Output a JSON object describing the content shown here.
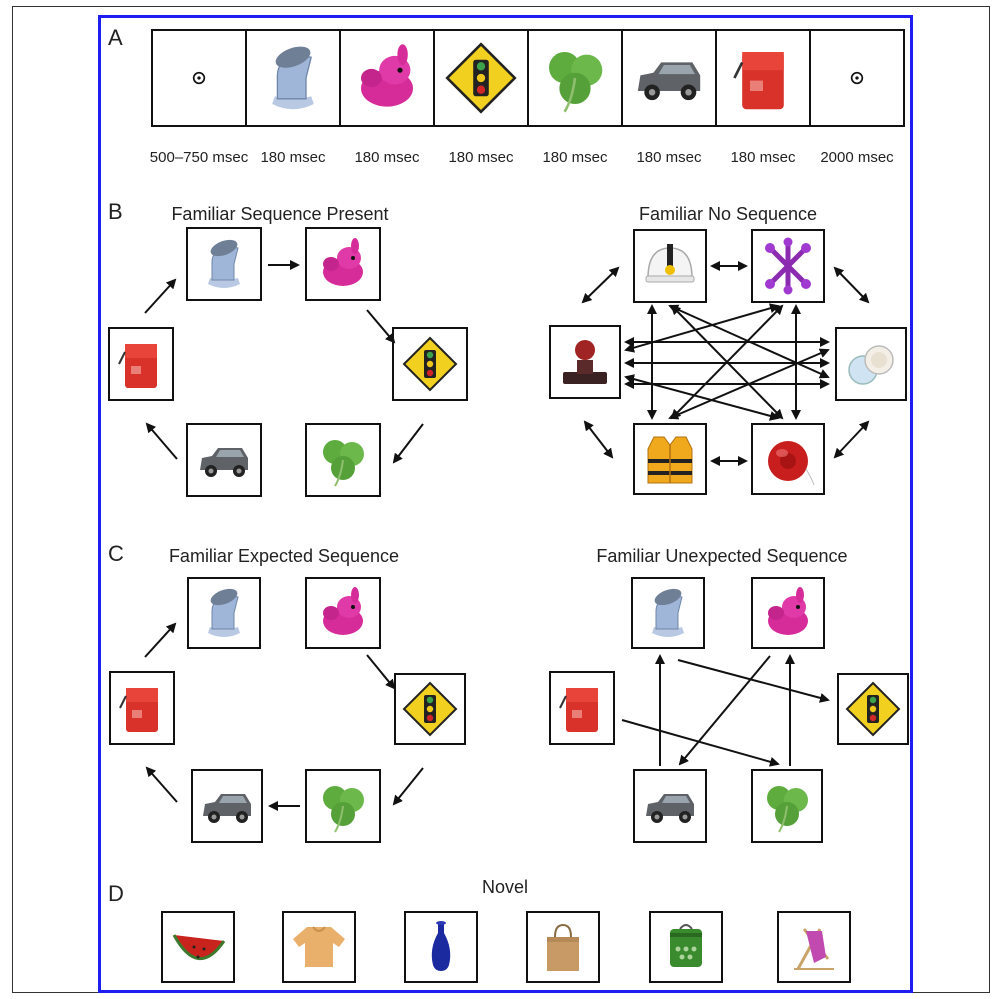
{
  "panels": {
    "a": {
      "letter": "A",
      "frames": [
        "fixation",
        "ptarmigan-pipe",
        "pink-plush",
        "traffic-sign",
        "clover",
        "suv",
        "red-bag",
        "fixation"
      ],
      "durations": [
        "500–750 msec",
        "180 msec",
        "180 msec",
        "180 msec",
        "180 msec",
        "180 msec",
        "180 msec",
        "2000 msec"
      ]
    },
    "b": {
      "letter": "B",
      "left_title": "Familiar Sequence Present",
      "right_title": "Familiar No Sequence"
    },
    "c": {
      "letter": "C",
      "left_title": "Familiar Expected Sequence",
      "right_title": "Familiar Unexpected Sequence"
    },
    "d": {
      "letter": "D",
      "title": "Novel",
      "items": [
        "watermelon-slice",
        "sweater",
        "vase",
        "paper-bag",
        "grill",
        "deck-chair"
      ]
    }
  },
  "colors": {
    "frame_border": "#1e1ef0",
    "box_border": "#111111"
  }
}
